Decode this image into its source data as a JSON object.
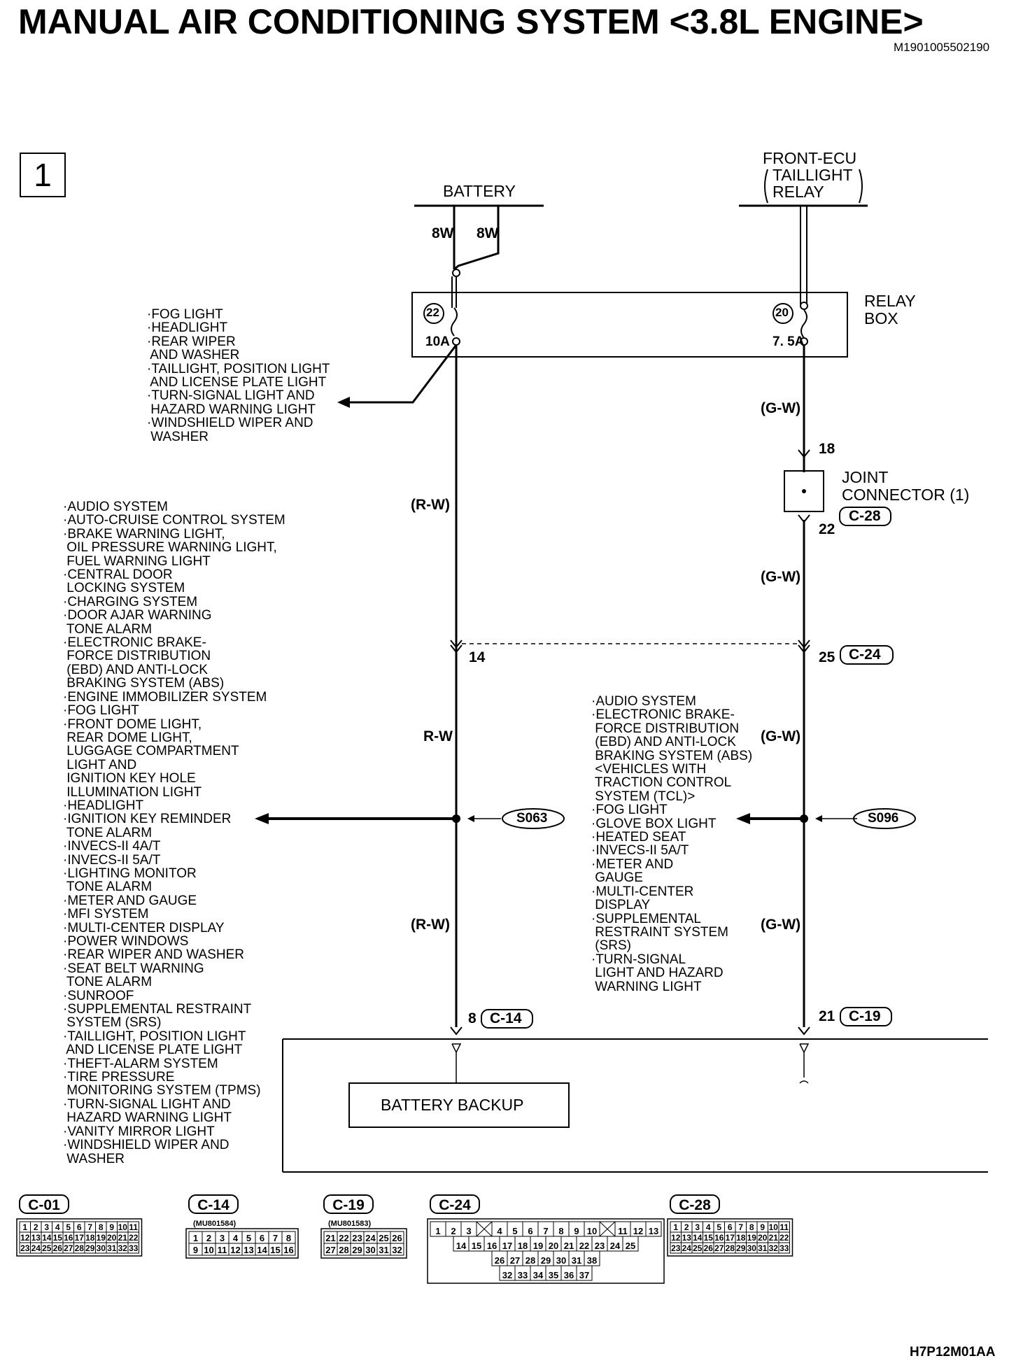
{
  "title": "MANUAL AIR CONDITIONING SYSTEM <3.8L ENGINE>",
  "doc_id": "M1901005502190",
  "figure_id": "H7P12M01AA",
  "sheet_number": "1",
  "sources": {
    "battery": "BATTERY",
    "front_ecu_lines": [
      "FRONT-ECU",
      "TAILLIGHT",
      "RELAY"
    ],
    "battery_wire_left": "8W",
    "battery_wire_right": "8W"
  },
  "relay_box": {
    "label_lines": [
      "RELAY",
      "BOX"
    ],
    "fuse_left_num": "22",
    "fuse_left_rating": "10A",
    "fuse_right_num": "20",
    "fuse_right_rating": "7. 5A"
  },
  "wires": {
    "rw_paren": "(R-W)",
    "rw": "R-W",
    "gw_paren": "(G-W)"
  },
  "joint_connector": {
    "label_lines": [
      "JOINT",
      "CONNECTOR (1)"
    ],
    "code": "C-28",
    "pin_top": "18",
    "pin_bottom": "22"
  },
  "connector_c24": {
    "pin_left": "14",
    "pin_right": "25",
    "code": "C-24"
  },
  "splices": {
    "left": "S063",
    "right": "S096"
  },
  "bottom_pins": {
    "left_pin": "8",
    "left_code": "C-14",
    "right_pin": "21",
    "right_code": "C-19"
  },
  "battery_backup": "BATTERY BACKUP",
  "relay_list": [
    "·FOG LIGHT",
    "·HEADLIGHT",
    "·REAR WIPER",
    " AND WASHER",
    "·TAILLIGHT, POSITION LIGHT",
    " AND LICENSE PLATE LIGHT",
    "·TURN-SIGNAL LIGHT AND",
    " HAZARD WARNING LIGHT",
    "·WINDSHIELD WIPER AND",
    " WASHER"
  ],
  "left_list": [
    "·AUDIO SYSTEM",
    "·AUTO-CRUISE CONTROL SYSTEM",
    "·BRAKE WARNING LIGHT,",
    " OIL PRESSURE WARNING LIGHT,",
    " FUEL WARNING LIGHT",
    "·CENTRAL DOOR",
    " LOCKING SYSTEM",
    "·CHARGING SYSTEM",
    "·DOOR AJAR WARNING",
    " TONE ALARM",
    "·ELECTRONIC BRAKE-",
    " FORCE DISTRIBUTION",
    " (EBD) AND ANTI-LOCK",
    " BRAKING SYSTEM (ABS)",
    "·ENGINE IMMOBILIZER SYSTEM",
    "·FOG LIGHT",
    "·FRONT DOME LIGHT,",
    " REAR DOME LIGHT,",
    " LUGGAGE COMPARTMENT",
    " LIGHT AND",
    " IGNITION KEY HOLE",
    " ILLUMINATION LIGHT",
    "·HEADLIGHT",
    "·IGNITION KEY REMINDER",
    " TONE ALARM",
    "·INVECS-II 4A/T",
    "·INVECS-II 5A/T",
    "·LIGHTING MONITOR",
    " TONE ALARM",
    "·METER AND GAUGE",
    "·MFI SYSTEM",
    "·MULTI-CENTER DISPLAY",
    "·POWER WINDOWS",
    "·REAR WIPER AND WASHER",
    "·SEAT BELT WARNING",
    " TONE ALARM",
    "·SUNROOF",
    "·SUPPLEMENTAL RESTRAINT",
    " SYSTEM (SRS)",
    "·TAILLIGHT, POSITION LIGHT",
    " AND LICENSE PLATE LIGHT",
    "·THEFT-ALARM SYSTEM",
    "·TIRE PRESSURE",
    " MONITORING SYSTEM (TPMS)",
    "·TURN-SIGNAL LIGHT AND",
    " HAZARD WARNING LIGHT",
    "·VANITY MIRROR LIGHT",
    "·WINDSHIELD WIPER AND",
    " WASHER"
  ],
  "right_list": [
    "·AUDIO SYSTEM",
    "·ELECTRONIC BRAKE-",
    " FORCE DISTRIBUTION",
    " (EBD) AND ANTI-LOCK",
    " BRAKING SYSTEM (ABS)",
    " <VEHICLES WITH",
    " TRACTION CONTROL",
    " SYSTEM (TCL)>",
    "·FOG LIGHT",
    "·GLOVE BOX LIGHT",
    "·HEATED SEAT",
    "·INVECS-II 5A/T",
    "·METER AND",
    " GAUGE",
    "·MULTI-CENTER",
    " DISPLAY",
    "·SUPPLEMENTAL",
    " RESTRAINT SYSTEM",
    " (SRS)",
    "·TURN-SIGNAL",
    " LIGHT AND HAZARD",
    " WARNING LIGHT"
  ],
  "connector_diagrams": [
    {
      "code": "C-01",
      "part": "",
      "rows": [
        [
          "1",
          "2",
          "3",
          "4",
          "5",
          "6",
          "7",
          "8",
          "9",
          "10",
          "11"
        ],
        [
          "12",
          "13",
          "14",
          "15",
          "16",
          "17",
          "18",
          "19",
          "20",
          "21",
          "22"
        ],
        [
          "23",
          "24",
          "25",
          "26",
          "27",
          "28",
          "29",
          "30",
          "31",
          "32",
          "33"
        ]
      ]
    },
    {
      "code": "C-14",
      "part": "(MU801584)",
      "rows": [
        [
          "1",
          "2",
          "3",
          "4",
          "5",
          "6",
          "7",
          "8"
        ],
        [
          "9",
          "10",
          "11",
          "12",
          "13",
          "14",
          "15",
          "16"
        ]
      ]
    },
    {
      "code": "C-19",
      "part": "(MU801583)",
      "rows": [
        [
          "21",
          "22",
          "23",
          "24",
          "25",
          "26"
        ],
        [
          "27",
          "28",
          "29",
          "30",
          "31",
          "32"
        ]
      ]
    },
    {
      "code": "C-24",
      "part": "",
      "rows": [
        [
          "1",
          "2",
          "3",
          "",
          "4",
          "5",
          "6",
          "7",
          "8",
          "9",
          "10",
          "",
          "11",
          "12",
          "13"
        ],
        [
          "14",
          "15",
          "16",
          "17",
          "18",
          "19",
          "20",
          "21",
          "22",
          "23",
          "24",
          "25"
        ],
        [
          "26",
          "27",
          "28",
          "29",
          "30",
          "31",
          "38"
        ],
        [
          "32",
          "33",
          "34",
          "35",
          "36",
          "37"
        ]
      ]
    },
    {
      "code": "C-28",
      "part": "",
      "rows": [
        [
          "1",
          "2",
          "3",
          "4",
          "5",
          "6",
          "7",
          "8",
          "9",
          "10",
          "11"
        ],
        [
          "12",
          "13",
          "14",
          "15",
          "16",
          "17",
          "18",
          "19",
          "20",
          "21",
          "22"
        ],
        [
          "23",
          "24",
          "25",
          "26",
          "27",
          "28",
          "29",
          "30",
          "31",
          "32",
          "33"
        ]
      ]
    }
  ]
}
